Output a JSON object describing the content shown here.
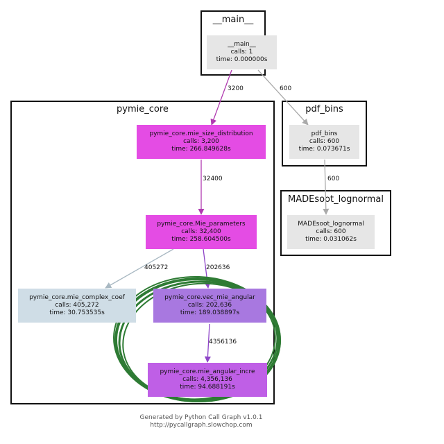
{
  "colors": {
    "gray_node": "#e6e6e6",
    "magenta_node": "#e44ce4",
    "purple_node": "#a878e0",
    "violet_node": "#bf5fe6",
    "blue_node": "#cfdde6",
    "edge_gray": "#aaaaaa",
    "edge_magenta": "#b03ab0",
    "edge_purple": "#8e44c8",
    "edge_blue": "#a8b8c2",
    "annotation_circle": "#2e7b34"
  },
  "clusters": {
    "main": {
      "title": "__main__"
    },
    "pymie_core": {
      "title": "pymie_core"
    },
    "pdf_bins": {
      "title": "pdf_bins"
    },
    "madesoot": {
      "title": "MADEsoot_lognormal"
    }
  },
  "nodes": {
    "main": {
      "name": "__main__",
      "calls": "calls: 1",
      "time": "time: 0.000000s"
    },
    "pdf_bins": {
      "name": "pdf_bins",
      "calls": "calls: 600",
      "time": "time: 0.073671s"
    },
    "madesoot": {
      "name": "MADEsoot_lognormal",
      "calls": "calls: 600",
      "time": "time: 0.031062s"
    },
    "mie_size": {
      "name": "pymie_core.mie_size_distribution",
      "calls": "calls: 3,200",
      "time": "time: 266.849628s"
    },
    "mie_params": {
      "name": "pymie_core.Mie_parameters",
      "calls": "calls: 32,400",
      "time": "time: 258.604500s"
    },
    "complex_coef": {
      "name": "pymie_core.mie_complex_coef",
      "calls": "calls: 405,272",
      "time": "time: 30.753535s"
    },
    "vec_angular": {
      "name": "pymie_core.vec_mie_angular",
      "calls": "calls: 202,636",
      "time": "time: 189.038897s"
    },
    "angular_incre": {
      "name": "pymie_core.mie_angular_incre",
      "calls": "calls: 4,356,136",
      "time": "time: 94.688191s"
    }
  },
  "edges": {
    "main_to_size": "3200",
    "main_to_pdf": "600",
    "pdf_to_made": "600",
    "size_to_params": "32400",
    "params_to_coef": "405272",
    "params_to_vec": "202636",
    "vec_to_incre": "4356136"
  },
  "footer": {
    "line1": "Generated by Python Call Graph v1.0.1",
    "line2": "http://pycallgraph.slowchop.com"
  }
}
